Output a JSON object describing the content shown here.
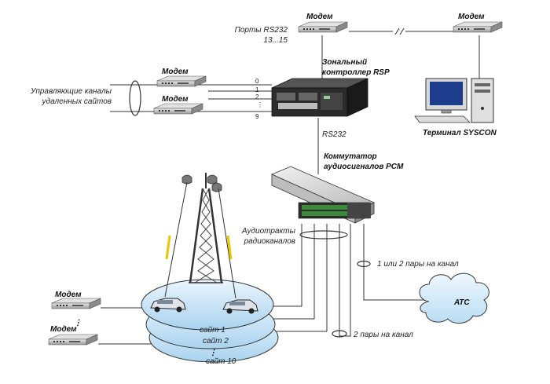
{
  "modem_label": "Модем",
  "ports_rs232": {
    "line1": "Порты RS232",
    "line2": "13...15"
  },
  "rsp": {
    "line1": "Зональный",
    "line2": "контроллер  RSP"
  },
  "control_channels": {
    "line1": "Управляющие каналы",
    "line2": "удаленных сайтов"
  },
  "rsp_ports": [
    "0",
    "1",
    "2",
    "9"
  ],
  "rs232_label": "RS232",
  "terminal_label": "Терминал SYSCON",
  "switch": {
    "line1": "Коммутатор",
    "line2": "аудиосигналов PCM"
  },
  "audio_paths": {
    "line1": "Аудиотракты",
    "line2": "радиоканалов"
  },
  "pairs_1_2": "1 или 2 пары на канал",
  "pairs_2": "2 пары на канал",
  "ats_label": "АТС",
  "sites": [
    "сайт 1",
    "сайт 2",
    "сайт 10"
  ],
  "ellipsis": "⋮",
  "colors": {
    "site_fill": "#cfe8f8",
    "site_stroke": "#333333",
    "cloud_fill": "#d6ecfa",
    "tower_yellow": "#e6c800",
    "modem_body": "#c8c8c8",
    "rsp_body": "#2b2b2b"
  }
}
